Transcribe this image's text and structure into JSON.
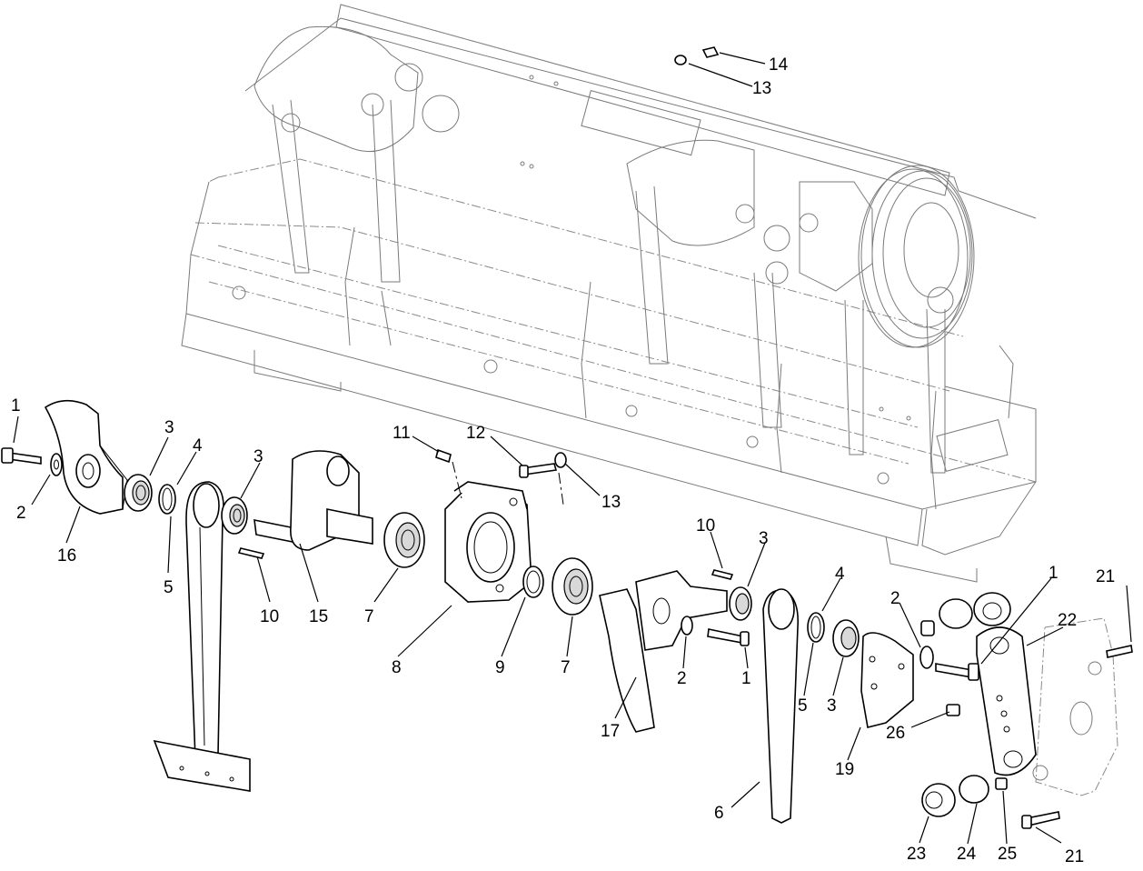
{
  "callouts": [
    {
      "id": "c1a",
      "text": "1"
    },
    {
      "id": "c2a",
      "text": "2"
    },
    {
      "id": "c16",
      "text": "16"
    },
    {
      "id": "c3a",
      "text": "3"
    },
    {
      "id": "c4a",
      "text": "4"
    },
    {
      "id": "c5a",
      "text": "5"
    },
    {
      "id": "c3b",
      "text": "3"
    },
    {
      "id": "c10a",
      "text": "10"
    },
    {
      "id": "c15",
      "text": "15"
    },
    {
      "id": "c7a",
      "text": "7"
    },
    {
      "id": "c11",
      "text": "11"
    },
    {
      "id": "c12",
      "text": "12"
    },
    {
      "id": "c13a",
      "text": "13"
    },
    {
      "id": "c8",
      "text": "8"
    },
    {
      "id": "c9",
      "text": "9"
    },
    {
      "id": "c7b",
      "text": "7"
    },
    {
      "id": "c10b",
      "text": "10"
    },
    {
      "id": "c3c",
      "text": "3"
    },
    {
      "id": "c2b",
      "text": "2"
    },
    {
      "id": "c1b",
      "text": "1"
    },
    {
      "id": "c17",
      "text": "17"
    },
    {
      "id": "c6",
      "text": "6"
    },
    {
      "id": "c4b",
      "text": "4"
    },
    {
      "id": "c5b",
      "text": "5"
    },
    {
      "id": "c3d",
      "text": "3"
    },
    {
      "id": "c2c",
      "text": "2"
    },
    {
      "id": "c1c",
      "text": "1"
    },
    {
      "id": "c22",
      "text": "22"
    },
    {
      "id": "c21a",
      "text": "21"
    },
    {
      "id": "c26",
      "text": "26"
    },
    {
      "id": "c19",
      "text": "19"
    },
    {
      "id": "c23",
      "text": "23"
    },
    {
      "id": "c24",
      "text": "24"
    },
    {
      "id": "c25",
      "text": "25"
    },
    {
      "id": "c21b",
      "text": "21"
    },
    {
      "id": "c14",
      "text": "14"
    },
    {
      "id": "c13b",
      "text": "13"
    }
  ]
}
